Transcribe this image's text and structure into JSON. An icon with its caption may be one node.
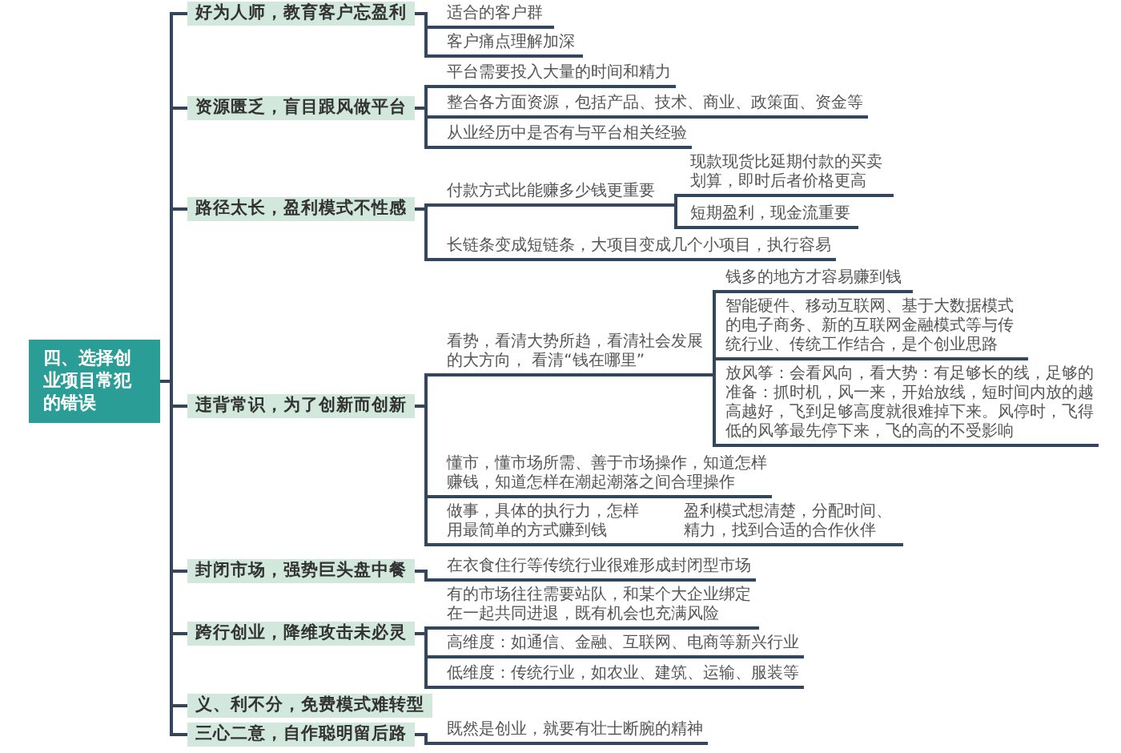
{
  "diagram": {
    "nodes": [
      {
        "text": [
          "四、选择创业项目常犯的错误"
        ]
      },
      {
        "text": [
          "好为人师，教育客户忘盈利"
        ]
      },
      {
        "text": [
          "资源匮乏，盲目跟风做平台"
        ]
      },
      {
        "text": [
          "路径太长，盈利模式不性感"
        ]
      },
      {
        "text": [
          "违背常识，为了创新而创新"
        ]
      },
      {
        "text": [
          "封闭市场，强势巨头盘中餐"
        ]
      },
      {
        "text": [
          "跨行创业，降维攻击未必灵"
        ]
      },
      {
        "text": [
          "义、利不分，免费模式难转型"
        ]
      },
      {
        "text": [
          "三心二意，自作聪明留后路"
        ]
      },
      {
        "text": [
          "适合的客户群"
        ]
      },
      {
        "text": [
          "客户痛点理解加深"
        ]
      },
      {
        "text": [
          "平台需要投入大量的时间和精力"
        ]
      },
      {
        "text": [
          "整合各方面资源，包括产品、技术、商业、政策面、资金等"
        ]
      },
      {
        "text": [
          "从业经历中是否有与平台相关经验"
        ]
      },
      {
        "text": [
          "付款方式比能赚多少钱更重要"
        ]
      },
      {
        "text": [
          "现款现货比延期付款的买卖划算，即时后者价格更高"
        ]
      },
      {
        "text": [
          "短期盈利，现金流重要"
        ]
      },
      {
        "text": [
          "长链条变成短链条，大项目变成几个小项目，执行容易"
        ]
      },
      {
        "text": [
          "看势，看清大势所趋，看清社会发展的大方向， 看清“钱在哪里”"
        ]
      },
      {
        "text": [
          "钱多的地方才容易赚到钱"
        ]
      },
      {
        "text": [
          "智能硬件、移动互联网、基于大数据模式的电子商务、新的互联网金融模式等与传统行业、传统工作结合，是个创业思路"
        ]
      },
      {
        "text": [
          "放风筝：会看风向，看大势：有足够长的线，足够的准备：抓时机，风一来，开始放线，短时间内放的越高越好，飞到足够高度就很难掉下来。风停时，飞得低的风筝最先停下来，飞的高的不受影响"
        ]
      },
      {
        "text": [
          "懂市，懂市场所需、善于市场操作，知道怎样赚钱，知道怎样在潮起潮落之间合理操作"
        ]
      },
      {
        "text": [
          "做事，具体的执行力，怎样用最简单的方式赚到钱"
        ]
      },
      {
        "text": [
          "盈利模式想清楚，分配时间、精力，找到合适的合作伙伴"
        ]
      },
      {
        "text": [
          "在衣食住行等传统行业很难形成封闭型市场"
        ]
      },
      {
        "text": [
          "有的市场往往需要站队，和某个大企业绑定在一起共同进退，既有机会也充满风险"
        ]
      },
      {
        "text": [
          "高维度：如通信、金融、互联网、电商等新兴行业"
        ]
      },
      {
        "text": [
          "低维度：传统行业，如农业、建筑、运输、服装等"
        ]
      },
      {
        "text": [
          "既然是创业，就要有壮士断腕的精神"
        ]
      }
    ],
    "edges": [
      {
        "from": 0,
        "to": 1,
        "arrow": "none"
      },
      {
        "from": 0,
        "to": 2,
        "arrow": "none"
      },
      {
        "from": 0,
        "to": 3,
        "arrow": "none"
      },
      {
        "from": 0,
        "to": 4,
        "arrow": "none"
      },
      {
        "from": 0,
        "to": 5,
        "arrow": "none"
      },
      {
        "from": 0,
        "to": 6,
        "arrow": "none"
      },
      {
        "from": 0,
        "to": 7,
        "arrow": "none"
      },
      {
        "from": 0,
        "to": 8,
        "arrow": "none"
      },
      {
        "from": 1,
        "to": 9,
        "arrow": "none"
      },
      {
        "from": 1,
        "to": 10,
        "arrow": "none"
      },
      {
        "from": 2,
        "to": 11,
        "arrow": "none"
      },
      {
        "from": 2,
        "to": 12,
        "arrow": "none"
      },
      {
        "from": 2,
        "to": 13,
        "arrow": "none"
      },
      {
        "from": 3,
        "to": 14,
        "arrow": "none"
      },
      {
        "from": 14,
        "to": 15,
        "arrow": "none"
      },
      {
        "from": 14,
        "to": 16,
        "arrow": "none"
      },
      {
        "from": 3,
        "to": 17,
        "arrow": "none"
      },
      {
        "from": 4,
        "to": 18,
        "arrow": "none"
      },
      {
        "from": 18,
        "to": 19,
        "arrow": "none"
      },
      {
        "from": 18,
        "to": 20,
        "arrow": "none"
      },
      {
        "from": 18,
        "to": 21,
        "arrow": "none"
      },
      {
        "from": 4,
        "to": 22,
        "arrow": "none"
      },
      {
        "from": 4,
        "to": 23,
        "arrow": "none"
      },
      {
        "from": 23,
        "to": 24,
        "arrow": "none"
      },
      {
        "from": 5,
        "to": 25,
        "arrow": "none"
      },
      {
        "from": 6,
        "to": 26,
        "arrow": "none"
      },
      {
        "from": 6,
        "to": 27,
        "arrow": "none"
      },
      {
        "from": 6,
        "to": 28,
        "arrow": "none"
      },
      {
        "from": 8,
        "to": 29,
        "arrow": "none"
      }
    ]
  }
}
